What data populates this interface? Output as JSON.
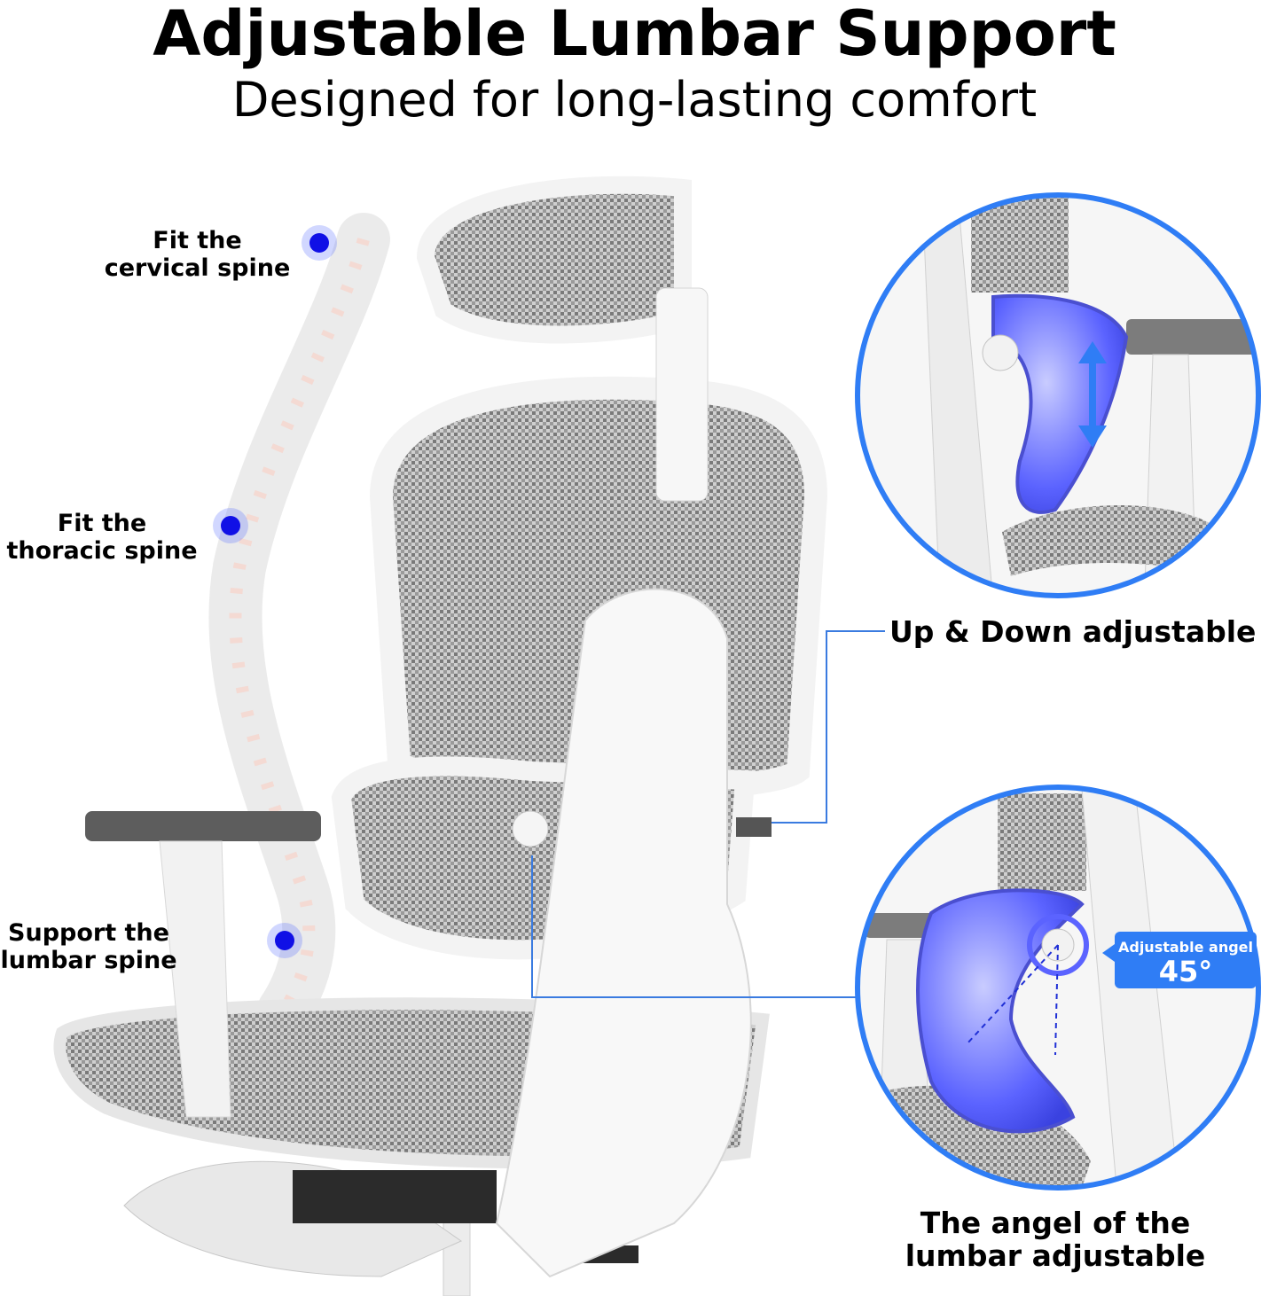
{
  "header": {
    "title": "Adjustable Lumbar Support",
    "subtitle": "Designed for long-lasting comfort"
  },
  "spine_labels": {
    "cervical": [
      "Fit the",
      "cervical spine"
    ],
    "thoracic": [
      "Fit the",
      "thoracic spine"
    ],
    "lumbar": [
      "Support the",
      "lumbar spine"
    ]
  },
  "callouts": {
    "up_down": "Up & Down adjustable",
    "angle_caption": [
      "The angel of the",
      "lumbar adjustable"
    ]
  },
  "angle_badge": {
    "label": "Adjustable angel",
    "value": "45°"
  },
  "colors": {
    "accent_blue": "#2f7df5",
    "dot_blue": "#1010e6",
    "callout_line": "#3a7be0",
    "mesh": "#8a8a8a",
    "frame": "#f2f2f2"
  }
}
